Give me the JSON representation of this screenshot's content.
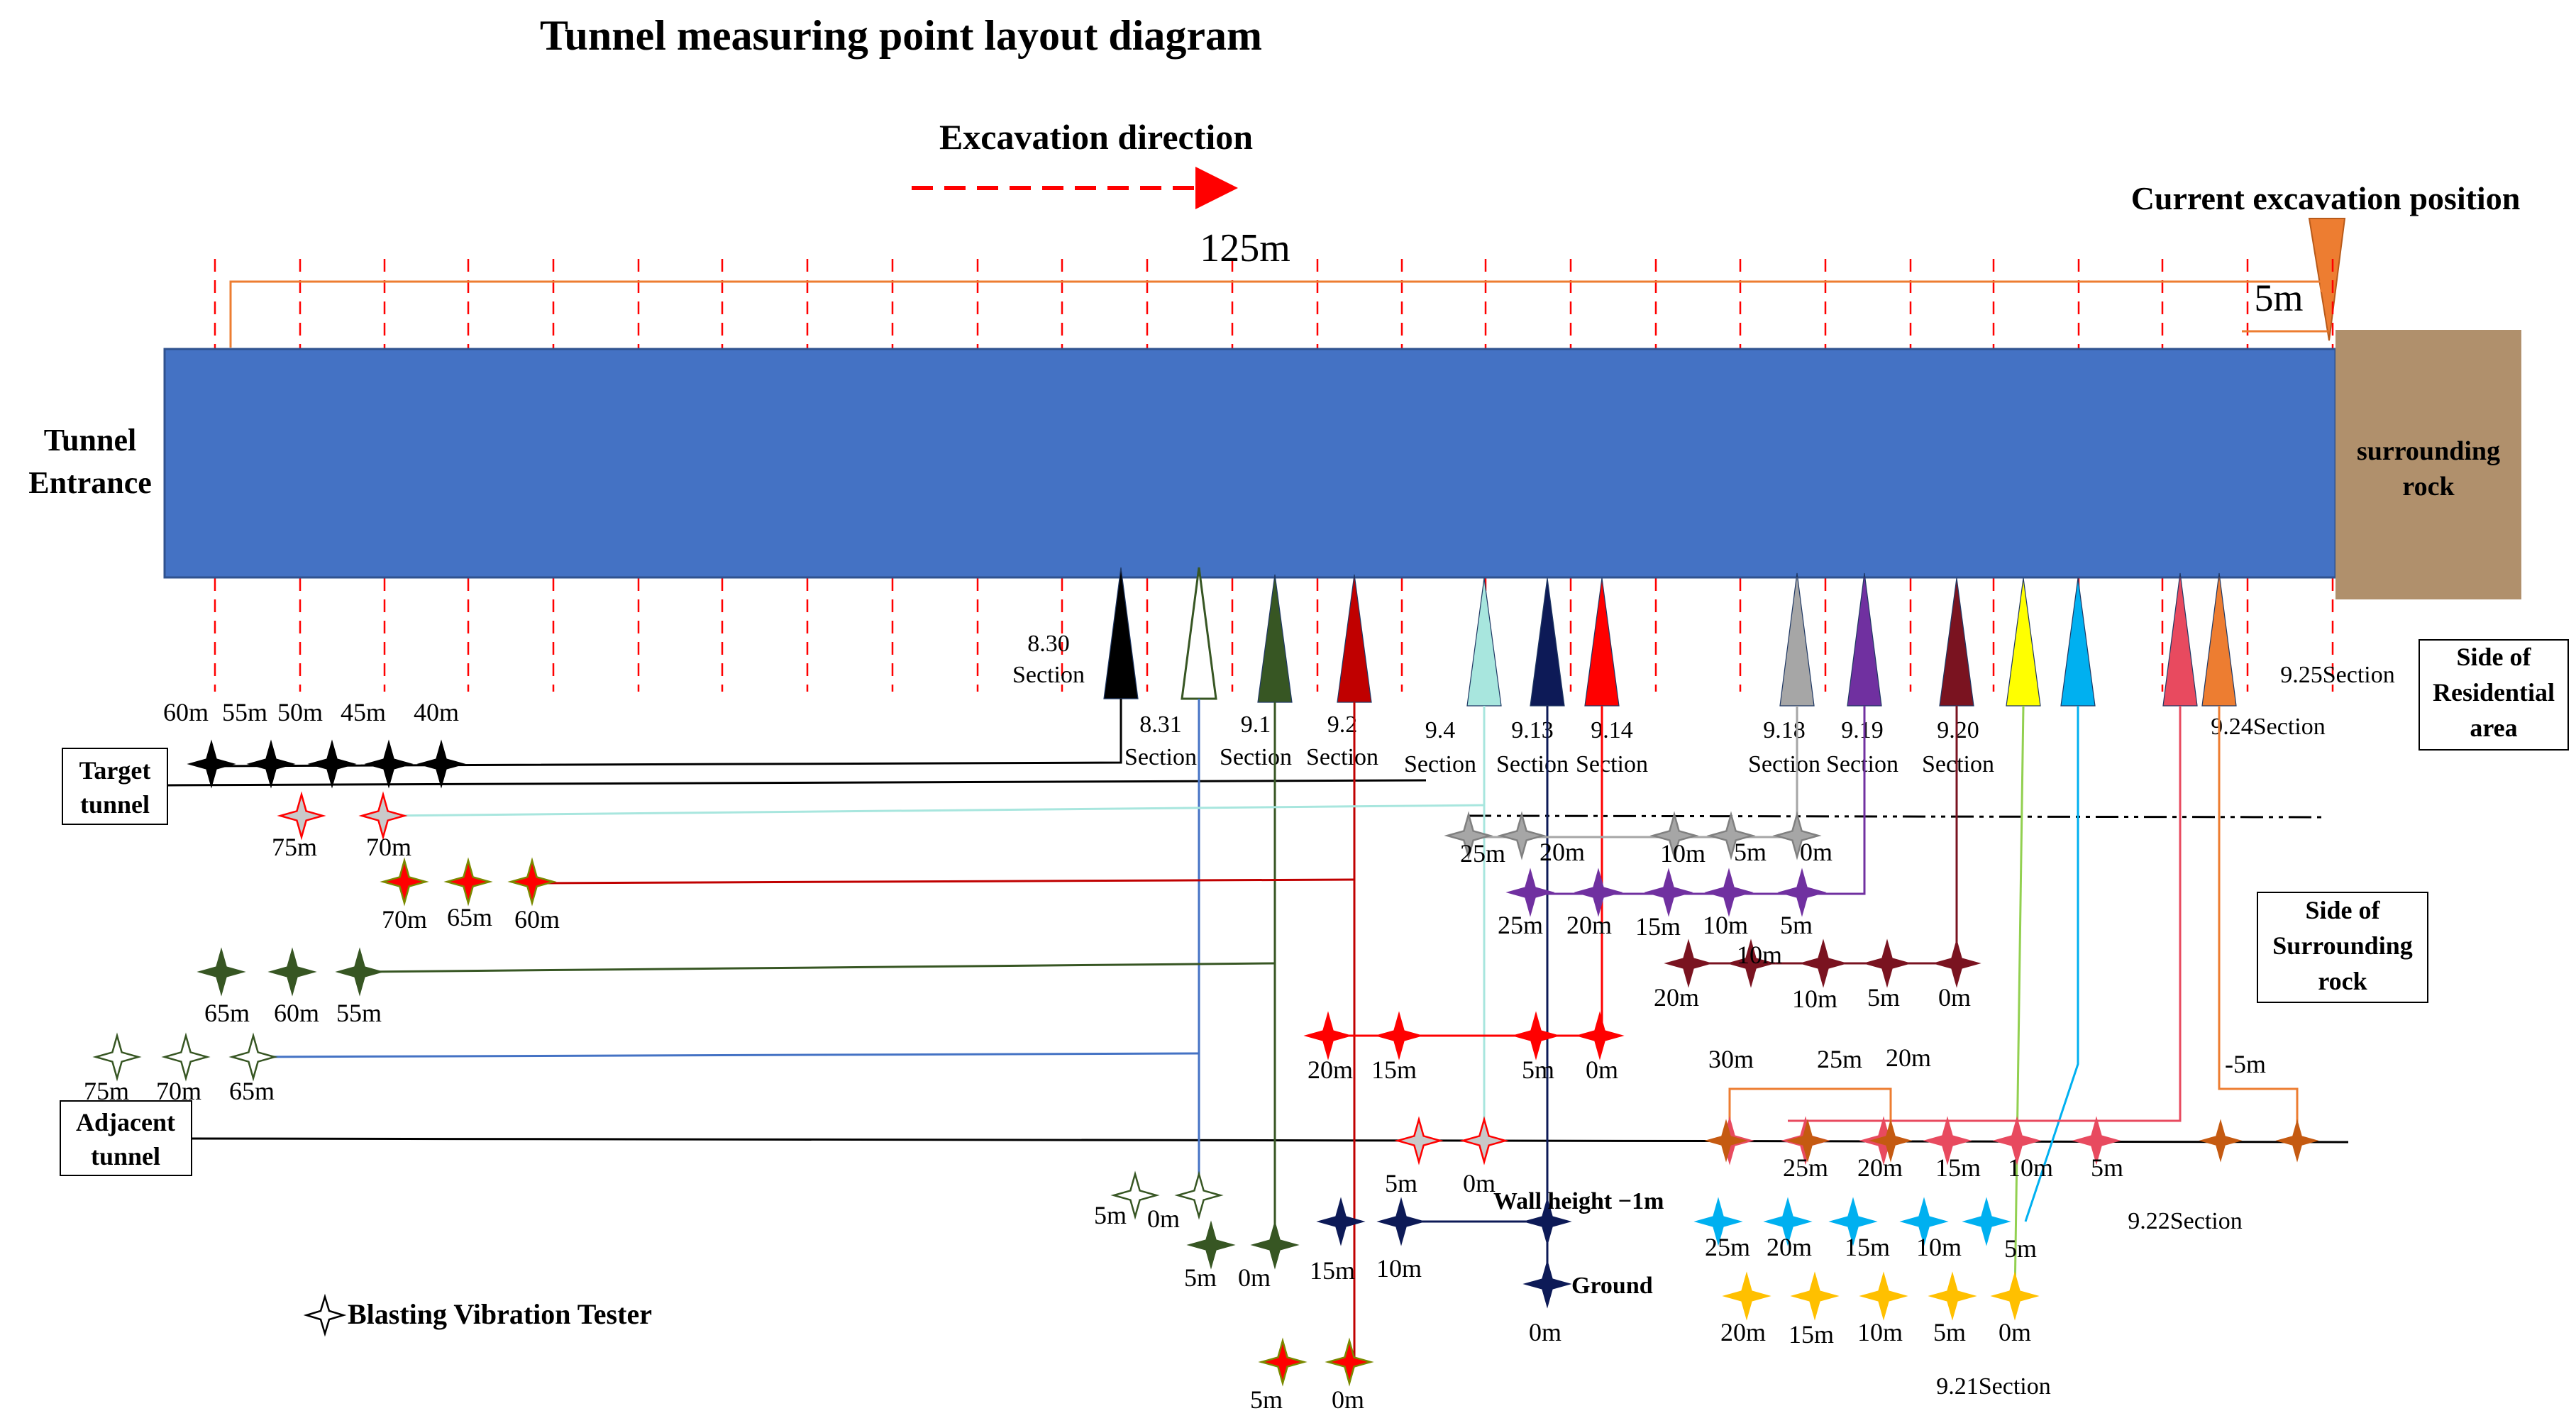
{
  "title": "Tunnel measuring point layout diagram",
  "excavation_direction": "Excavation direction",
  "current_position": "Current excavation position",
  "length_label": "125m",
  "offset_label": "5m",
  "tunnel_entrance_line1": "Tunnel",
  "tunnel_entrance_line2": "Entrance",
  "surrounding_rock_line1": "surrounding",
  "surrounding_rock_line2": "rock",
  "target_tunnel_line1": "Target",
  "target_tunnel_line2": "tunnel",
  "adjacent_tunnel_line1": "Adjacent",
  "adjacent_tunnel_line2": "tunnel",
  "residential_side": [
    "Side of",
    "Residential",
    "area"
  ],
  "rock_side": [
    "Side of",
    "Surrounding",
    "rock"
  ],
  "legend_label": "Blasting Vibration Tester",
  "wall_height_label": "Wall height −1m",
  "ground_label": "Ground",
  "colors": {
    "tunnel": "#4472c4",
    "rock": "#b0906c",
    "excavation_arrow": "#ff0000",
    "position_marker": "#ed7d31"
  },
  "sections": [
    {
      "id": "s830",
      "section": "8.30",
      "section_word": "Section",
      "color": "#000000"
    },
    {
      "id": "s831",
      "section": "8.31",
      "section_word": "Section",
      "color": "#ffffff",
      "stroke": "#375623"
    },
    {
      "id": "s91",
      "section": "9.1",
      "section_word": "Section",
      "color": "#375623"
    },
    {
      "id": "s92",
      "section": "9.2",
      "section_word": "Section",
      "color": "#c00000"
    },
    {
      "id": "s94",
      "section": "9.4",
      "section_word": "Section",
      "color": "#a8e6de"
    },
    {
      "id": "s913",
      "section": "9.13",
      "section_word": "Section",
      "color": "#0d1a57"
    },
    {
      "id": "s914",
      "section": "9.14",
      "section_word": "Section",
      "color": "#ff0000"
    },
    {
      "id": "s918",
      "section": "9.18",
      "section_word": "Section",
      "color": "#a6a6a6"
    },
    {
      "id": "s919",
      "section": "9.19",
      "section_word": "Section",
      "color": "#7030a0"
    },
    {
      "id": "s920",
      "section": "9.20",
      "section_word": "Section",
      "color": "#7a1320"
    },
    {
      "id": "s921",
      "section": "9.21Section",
      "color": "#ffff00"
    },
    {
      "id": "s922",
      "section": "9.22Section",
      "color": "#00b0f0"
    },
    {
      "id": "s923",
      "color": "#e84a5f"
    },
    {
      "id": "s924",
      "section": "9.24Section",
      "color": "#ed7d31"
    },
    {
      "id": "s925",
      "section": "9.25Section"
    }
  ],
  "distances": {
    "s830": [
      "60m",
      "55m",
      "50m",
      "45m",
      "40m"
    ],
    "s831": [
      "75m",
      "70m",
      "65m",
      "5m",
      "0m"
    ],
    "s91": [
      "65m",
      "60m",
      "55m",
      "5m",
      "0m"
    ],
    "s92": [
      "70m",
      "65m",
      "60m",
      "5m",
      "0m"
    ],
    "s94": [
      "75m",
      "70m",
      "5m",
      "0m"
    ],
    "s913": [
      "15m",
      "10m",
      "0m"
    ],
    "s914": [
      "20m",
      "15m",
      "5m",
      "0m"
    ],
    "s918": [
      "25m",
      "20m",
      "10m",
      "5m",
      "0m"
    ],
    "s919": [
      "25m",
      "20m",
      "15m",
      "10m",
      "5m"
    ],
    "s920": [
      "20m",
      "10m",
      "10m",
      "5m",
      "0m"
    ],
    "s921": [
      "20m",
      "15m",
      "10m",
      "5m",
      "0m"
    ],
    "s922": [
      "25m",
      "20m",
      "15m",
      "10m",
      "5m"
    ],
    "s923": [
      "25m",
      "20m",
      "15m",
      "10m",
      "5m"
    ],
    "s924": [
      "30m",
      "25m",
      "20m",
      "-5m"
    ]
  }
}
